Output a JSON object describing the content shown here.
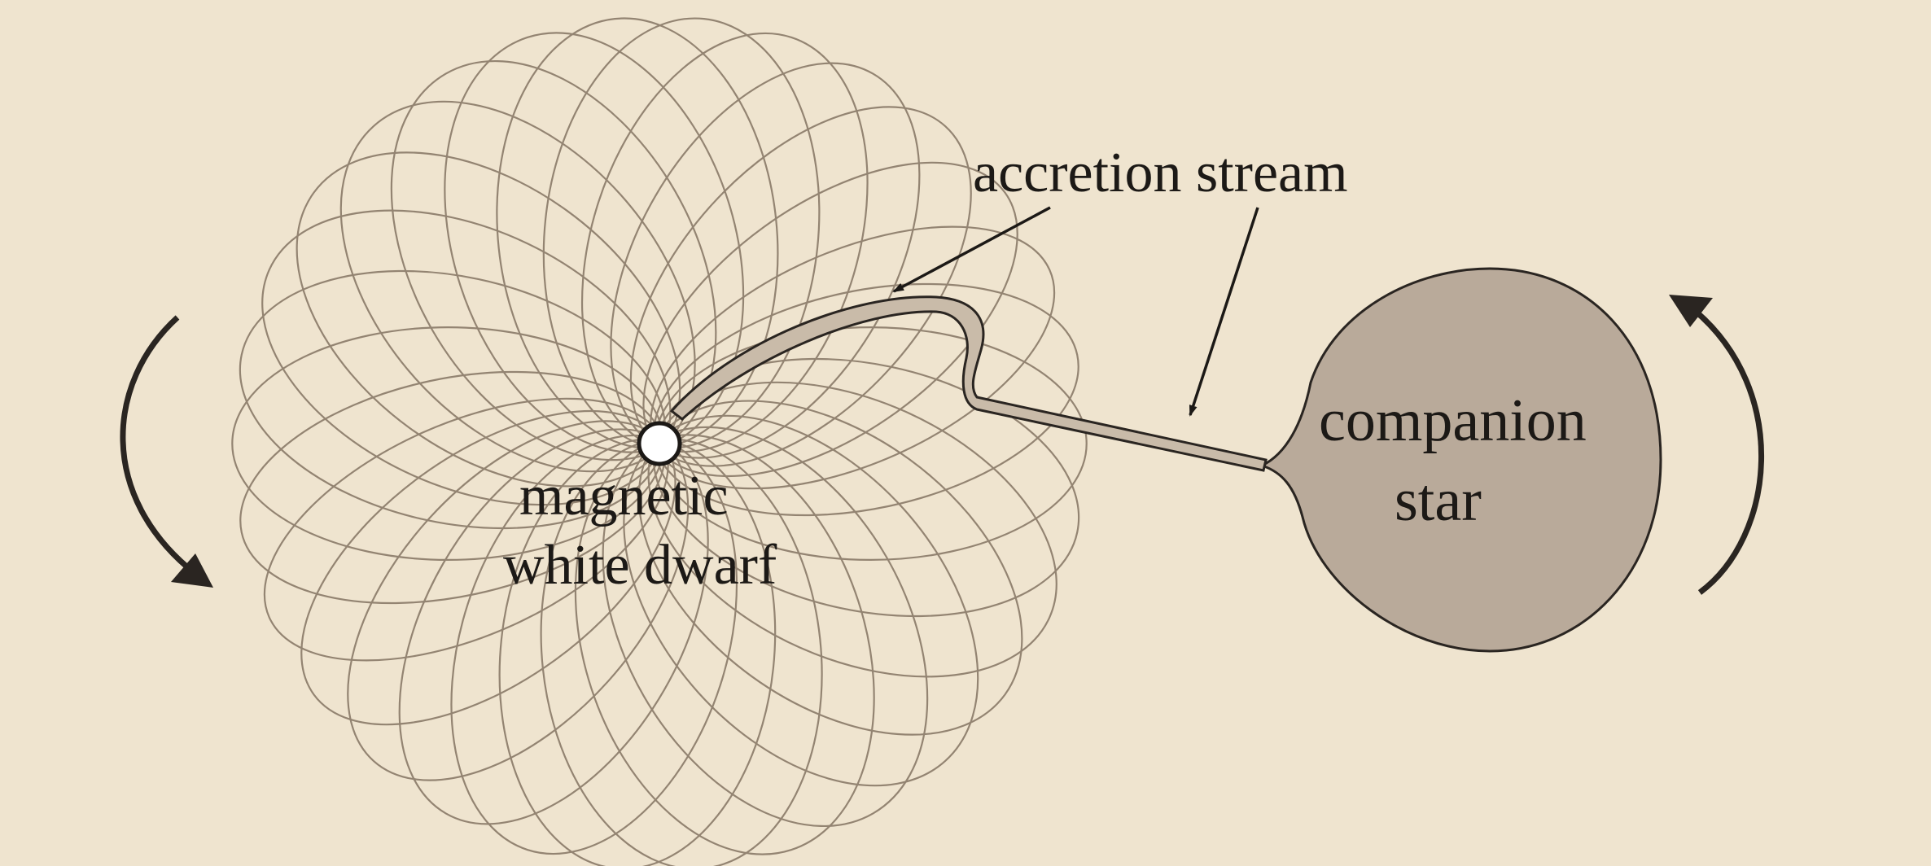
{
  "labels": {
    "accretion_stream": "accretion stream",
    "white_dwarf_line1": "magnetic",
    "white_dwarf_line2": "white dwarf",
    "companion_line1": "companion",
    "companion_line2": "star"
  },
  "colors": {
    "background": "#efe4cf",
    "field_lines": "#8a7a68",
    "ink": "#1c1916",
    "companion_fill": "#b9aa9a",
    "stream_fill": "#c9bba9"
  }
}
